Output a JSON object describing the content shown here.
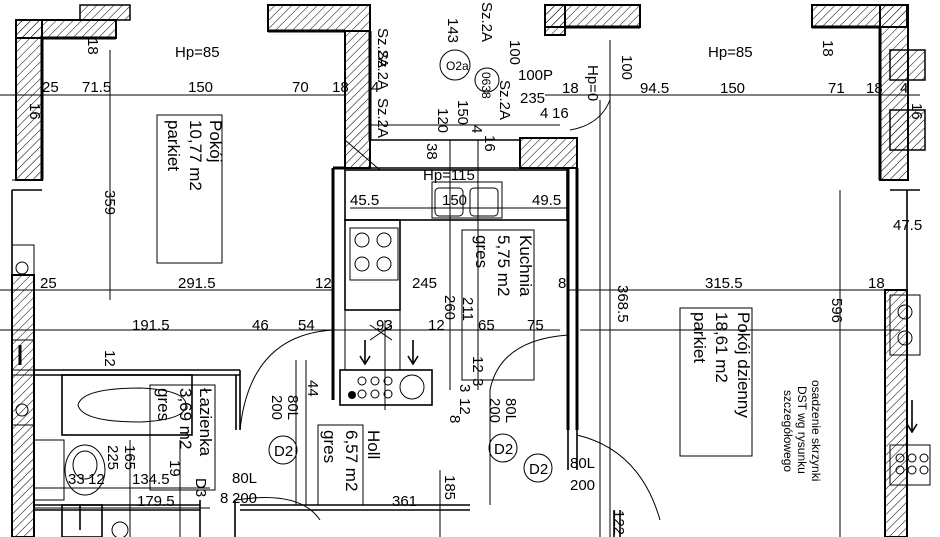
{
  "rooms": {
    "pokoj": {
      "name": "Pokój",
      "area": "10,77 m2",
      "floor": "parkiet"
    },
    "kuchnia": {
      "name": "Kuchnia",
      "area": "5,75 m2",
      "floor": "gres"
    },
    "pokoj_dzienny": {
      "name": "Pokój dzienny",
      "area": "18,61 m2",
      "floor": "parkiet"
    },
    "lazienka": {
      "name": "Łazienka",
      "area": "3,69 m2",
      "floor": "gres"
    },
    "holl": {
      "name": "Holl",
      "area": "6,57 m2",
      "floor": "gres"
    }
  },
  "window_heights": {
    "left": "Hp=85",
    "right": "Hp=85",
    "kitchen": "Hp=115",
    "door": "Hp=0"
  },
  "doors": {
    "d2a": "D2",
    "d2b": "D2",
    "d2c": "D2",
    "d3": "D3",
    "o2a": "O2a",
    "balcony": "100P",
    "d2a_w": "80L",
    "d2a_h": "200",
    "d2b_w": "80L",
    "d2b_h": "200",
    "d2c_w": "80L",
    "d2c_h": "200",
    "d3_w": "80L",
    "d3_h": "200"
  },
  "shafts": {
    "s1": "Sz.2A",
    "s2": "Sz.2A",
    "s3": "Sz.2A",
    "s4": "Sz.2A",
    "s5": "Sz.2A",
    "k1": "0638"
  },
  "note": {
    "l1": "osadzenie skrzynki",
    "l2": "DST wg rysunku",
    "l3": "szczegółowego"
  },
  "dims": {
    "d18a": "18",
    "d143": "143",
    "d100a": "100",
    "d100b": "100",
    "d25a": "25",
    "d71_5": "71.5",
    "d150a": "150",
    "d70": "70",
    "d18b": "18",
    "d4a": "4",
    "d150b": "150",
    "d120": "120",
    "d4b": "4",
    "d16a": "16",
    "d235": "235",
    "d4c": "4",
    "d16b": "16",
    "d18c": "18",
    "d94_5": "94.5",
    "d150c": "150",
    "d71": "71",
    "d18d": "18",
    "d4d": "4",
    "d16c": "16",
    "d38": "38",
    "d16d": "16",
    "d18e": "18",
    "d359": "359",
    "d45_5": "45.5",
    "d150d": "150",
    "d49_5": "49.5",
    "d47_5": "47.5",
    "d25b": "25",
    "d291_5": "291.5",
    "d12a": "12",
    "d245": "245",
    "d8a": "8",
    "d315_5": "315.5",
    "d18f": "18",
    "d260": "260",
    "d211": "211",
    "d368_5": "368.5",
    "d596": "596",
    "d191_5": "191.5",
    "d46": "46",
    "d54": "54",
    "d93": "93",
    "d12b": "12",
    "d65": "65",
    "d75": "75",
    "d12c": "12",
    "d44": "44",
    "d12d": "12",
    "d3": "3",
    "d3b": "3",
    "d12e": "12",
    "d8b": "8",
    "d225": "225",
    "d165": "165",
    "d19": "19",
    "d33": "33",
    "d12f": "12",
    "d134_5": "134.5",
    "d179_5": "179.5",
    "d8c": "8",
    "d200": "200",
    "d361": "361",
    "d185": "185",
    "d122": "122"
  }
}
